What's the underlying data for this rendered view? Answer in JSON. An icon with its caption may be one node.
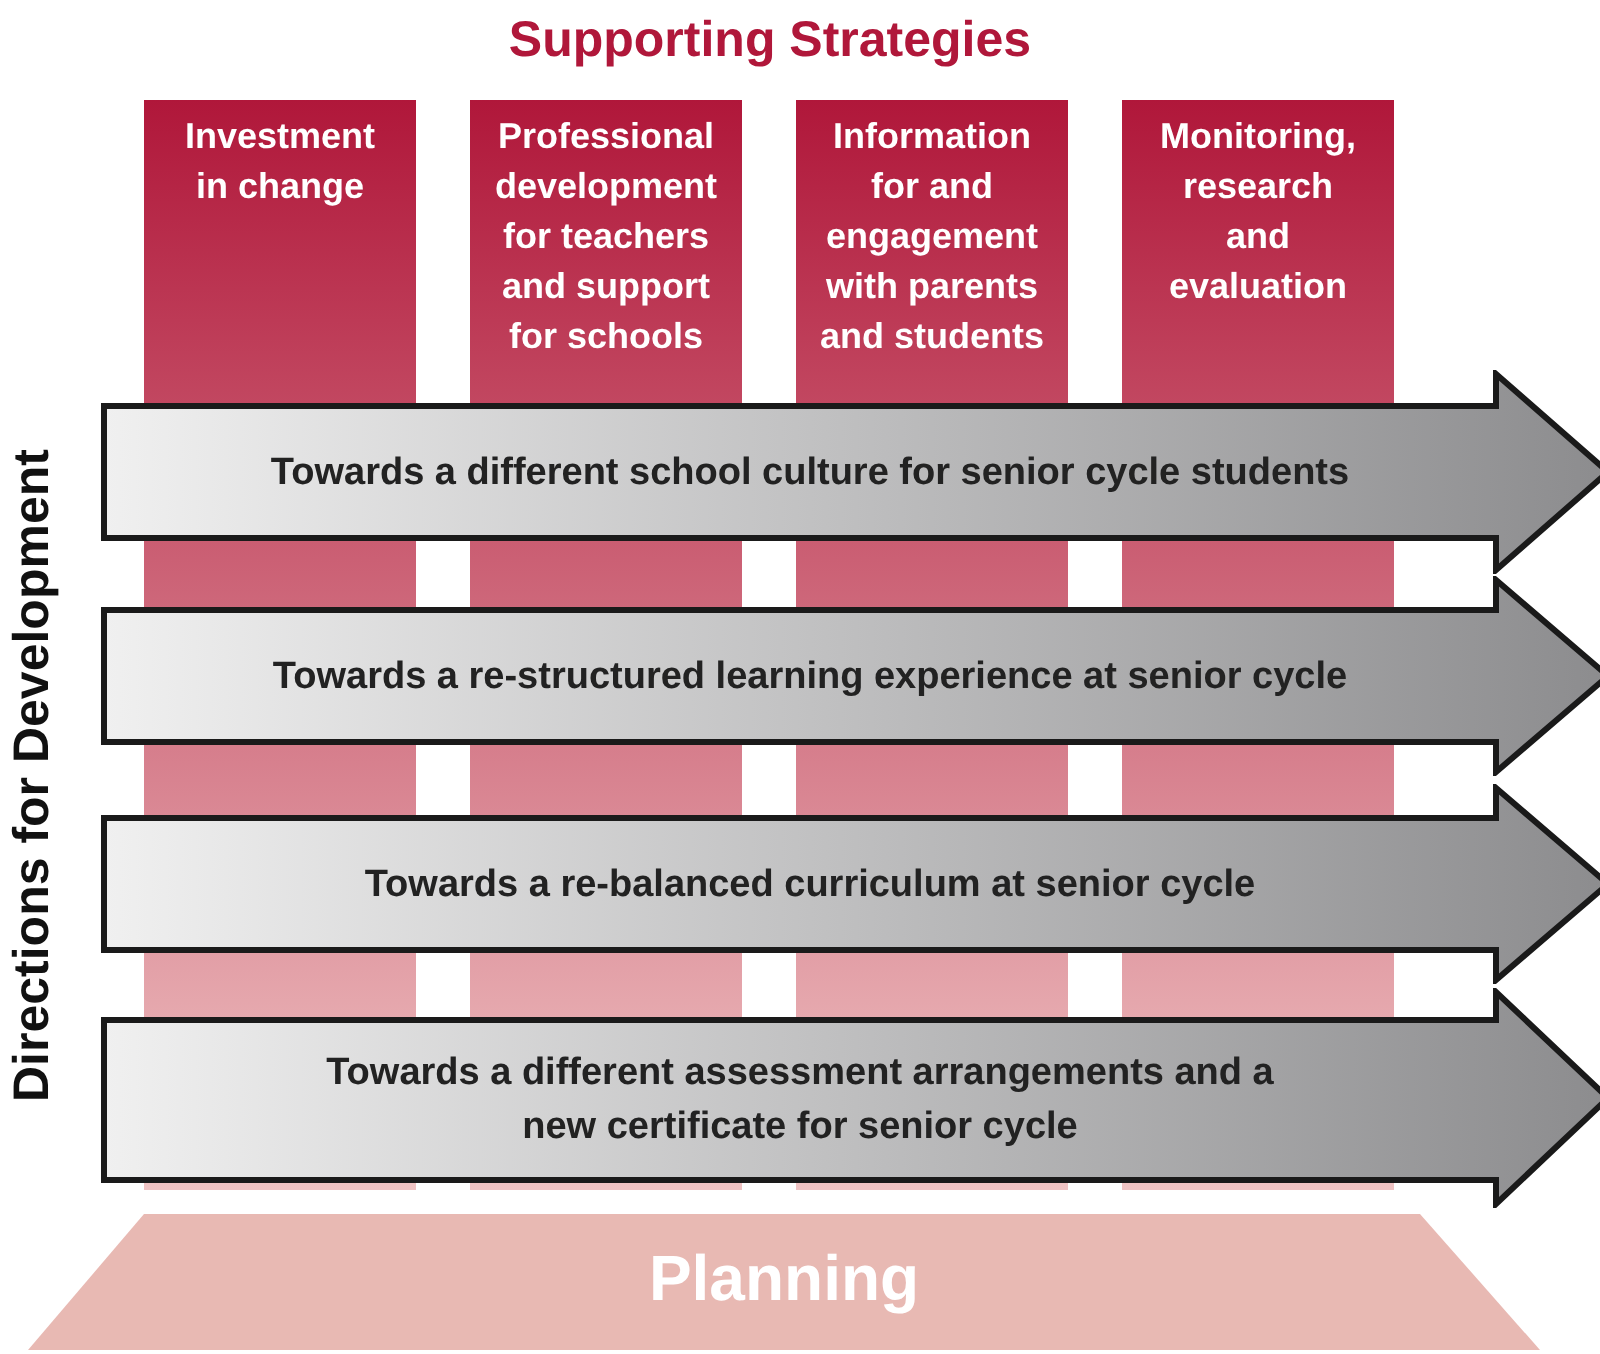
{
  "diagram": {
    "title": "Supporting Strategies",
    "nodes": [
      {
        "text": [
          "Investment in change"
        ]
      },
      {
        "text": [
          "Professional development for teachers and support for schools"
        ]
      },
      {
        "text": [
          "Information for and engagement with parents and students"
        ]
      },
      {
        "text": [
          "Monitoring, research and evaluation"
        ]
      },
      {
        "text": [
          "Towards a different school culture for senior cycle students"
        ]
      },
      {
        "text": [
          "Towards a re-structured learning experience at senior cycle"
        ]
      },
      {
        "text": [
          "Towards a re-balanced curriculum at senior cycle"
        ]
      },
      {
        "text": [
          "Towards a different assessment arrangements and a new certificate for senior cycle"
        ]
      },
      {
        "text": [
          "Planning"
        ]
      }
    ],
    "labels": [
      "Directions for Development"
    ]
  }
}
